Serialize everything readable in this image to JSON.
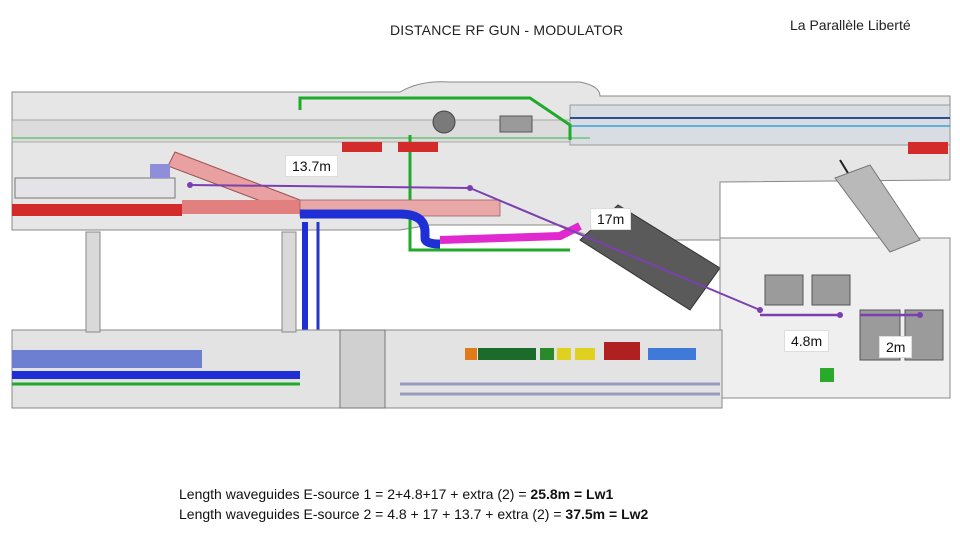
{
  "header": {
    "title": "DISTANCE RF GUN - MODULATOR",
    "brand": "La Parallèle Liberté"
  },
  "distances": {
    "d1": "13.7m",
    "d2": "17m",
    "d3": "4.8m",
    "d4": "2m"
  },
  "notes": [
    {
      "text": "Length waveguides E-source 1 = 2+4.8+17 + extra (2) = ",
      "bold": "25.8m = Lw1"
    },
    {
      "text": "Length waveguides E-source 2 = 4.8 + 17 + 13.7 + extra (2) = ",
      "bold": "37.5m = Lw2"
    }
  ],
  "colors": {
    "path": "#7b3fb0",
    "waveguide_blue": "#1f2fd6",
    "waveguide_magenta": "#e02ad0",
    "equipment_red": "#d32a2a",
    "pipe_green": "#1faa2a",
    "wall_gray": "#cfcfcf"
  }
}
